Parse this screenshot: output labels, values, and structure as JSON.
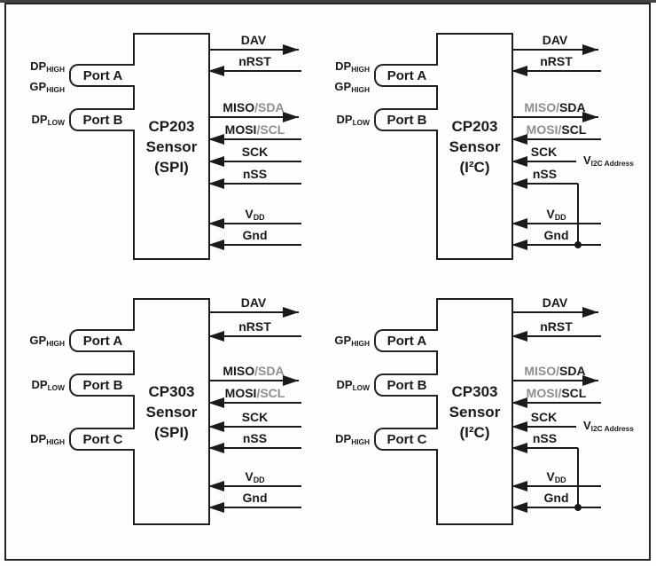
{
  "figure": {
    "colors": {
      "ink": "#1a1a1a",
      "muted": "#8f8f8f"
    },
    "quadrants": [
      {
        "name": "cp203-spi",
        "title_lines": [
          "CP203",
          "Sensor",
          "(SPI)"
        ],
        "ports": [
          {
            "label": "Port A",
            "pins": [
              [
                {
                  "t": "DP"
                },
                {
                  "t": "HIGH",
                  "sub": true
                }
              ],
              [
                {
                  "t": "GP"
                },
                {
                  "t": "HIGH",
                  "sub": true
                }
              ]
            ]
          },
          {
            "label": "Port B",
            "pins": [
              [
                {
                  "t": "DP"
                },
                {
                  "t": "LOW",
                  "sub": true
                }
              ]
            ]
          }
        ],
        "signals": [
          {
            "parts": [
              {
                "t": "DAV"
              }
            ],
            "dir": "out"
          },
          {
            "parts": [
              {
                "t": "nRST"
              }
            ],
            "dir": "in"
          },
          {
            "parts": [
              {
                "t": "MISO"
              },
              {
                "t": "/SDA",
                "muted": true
              }
            ],
            "dir": "out"
          },
          {
            "parts": [
              {
                "t": "MOSI"
              },
              {
                "t": "/SCL",
                "muted": true
              }
            ],
            "dir": "in"
          },
          {
            "parts": [
              {
                "t": "SCK"
              }
            ],
            "dir": "in"
          },
          {
            "parts": [
              {
                "t": "nSS"
              }
            ],
            "dir": "in"
          },
          {
            "parts": [
              {
                "t": "V"
              },
              {
                "t": "DD",
                "sub": true
              }
            ],
            "dir": "in"
          },
          {
            "parts": [
              {
                "t": "Gnd"
              }
            ],
            "dir": "in"
          }
        ]
      },
      {
        "name": "cp203-i2c",
        "title_lines": [
          "CP203",
          "Sensor",
          "(I²C)"
        ],
        "ports": [
          {
            "label": "Port A",
            "pins": [
              [
                {
                  "t": "DP"
                },
                {
                  "t": "HIGH",
                  "sub": true
                }
              ],
              [
                {
                  "t": "GP"
                },
                {
                  "t": "HIGH",
                  "sub": true
                }
              ]
            ]
          },
          {
            "label": "Port B",
            "pins": [
              [
                {
                  "t": "DP"
                },
                {
                  "t": "LOW",
                  "sub": true
                }
              ]
            ]
          }
        ],
        "signals": [
          {
            "parts": [
              {
                "t": "DAV"
              }
            ],
            "dir": "out"
          },
          {
            "parts": [
              {
                "t": "nRST"
              }
            ],
            "dir": "in"
          },
          {
            "parts": [
              {
                "t": "MISO/",
                "muted": true
              },
              {
                "t": "SDA"
              }
            ],
            "dir": "out"
          },
          {
            "parts": [
              {
                "t": "MOSI/",
                "muted": true
              },
              {
                "t": "SCL"
              }
            ],
            "dir": "in"
          },
          {
            "parts": [
              {
                "t": "SCK"
              }
            ],
            "dir": "in",
            "short": true,
            "annotation": [
              {
                "t": "V"
              },
              {
                "t": "I2C Address",
                "sub": true
              }
            ]
          },
          {
            "parts": [
              {
                "t": "nSS"
              }
            ],
            "dir": "in",
            "tie_to_index": 7
          },
          {
            "parts": [
              {
                "t": "V"
              },
              {
                "t": "DD",
                "sub": true
              }
            ],
            "dir": "in"
          },
          {
            "parts": [
              {
                "t": "Gnd"
              }
            ],
            "dir": "in"
          }
        ]
      },
      {
        "name": "cp303-spi",
        "title_lines": [
          "CP303",
          "Sensor",
          "(SPI)"
        ],
        "ports": [
          {
            "label": "Port A",
            "pins": [
              [
                {
                  "t": "GP"
                },
                {
                  "t": "HIGH",
                  "sub": true
                }
              ]
            ]
          },
          {
            "label": "Port B",
            "pins": [
              [
                {
                  "t": "DP"
                },
                {
                  "t": "LOW",
                  "sub": true
                }
              ]
            ]
          },
          {
            "label": "Port C",
            "pins": [
              [
                {
                  "t": "DP"
                },
                {
                  "t": "HIGH",
                  "sub": true
                }
              ]
            ]
          }
        ],
        "signals": [
          {
            "parts": [
              {
                "t": "DAV"
              }
            ],
            "dir": "out"
          },
          {
            "parts": [
              {
                "t": "nRST"
              }
            ],
            "dir": "in"
          },
          {
            "parts": [
              {
                "t": "MISO"
              },
              {
                "t": "/SDA",
                "muted": true
              }
            ],
            "dir": "out"
          },
          {
            "parts": [
              {
                "t": "MOSI"
              },
              {
                "t": "/SCL",
                "muted": true
              }
            ],
            "dir": "in"
          },
          {
            "parts": [
              {
                "t": "SCK"
              }
            ],
            "dir": "in"
          },
          {
            "parts": [
              {
                "t": "nSS"
              }
            ],
            "dir": "in"
          },
          {
            "parts": [
              {
                "t": "V"
              },
              {
                "t": "DD",
                "sub": true
              }
            ],
            "dir": "in"
          },
          {
            "parts": [
              {
                "t": "Gnd"
              }
            ],
            "dir": "in"
          }
        ]
      },
      {
        "name": "cp303-i2c",
        "title_lines": [
          "CP303",
          "Sensor",
          "(I²C)"
        ],
        "ports": [
          {
            "label": "Port A",
            "pins": [
              [
                {
                  "t": "GP"
                },
                {
                  "t": "HIGH",
                  "sub": true
                }
              ]
            ]
          },
          {
            "label": "Port B",
            "pins": [
              [
                {
                  "t": "DP"
                },
                {
                  "t": "LOW",
                  "sub": true
                }
              ]
            ]
          },
          {
            "label": "Port C",
            "pins": [
              [
                {
                  "t": "DP"
                },
                {
                  "t": "HIGH",
                  "sub": true
                }
              ]
            ]
          }
        ],
        "signals": [
          {
            "parts": [
              {
                "t": "DAV"
              }
            ],
            "dir": "out"
          },
          {
            "parts": [
              {
                "t": "nRST"
              }
            ],
            "dir": "in"
          },
          {
            "parts": [
              {
                "t": "MISO/",
                "muted": true
              },
              {
                "t": "SDA"
              }
            ],
            "dir": "out"
          },
          {
            "parts": [
              {
                "t": "MOSI/",
                "muted": true
              },
              {
                "t": "SCL"
              }
            ],
            "dir": "in"
          },
          {
            "parts": [
              {
                "t": "SCK"
              }
            ],
            "dir": "in",
            "short": true,
            "annotation": [
              {
                "t": "V"
              },
              {
                "t": "I2C Address",
                "sub": true
              }
            ]
          },
          {
            "parts": [
              {
                "t": "nSS"
              }
            ],
            "dir": "in",
            "tie_to_index": 7
          },
          {
            "parts": [
              {
                "t": "V"
              },
              {
                "t": "DD",
                "sub": true
              }
            ],
            "dir": "in"
          },
          {
            "parts": [
              {
                "t": "Gnd"
              }
            ],
            "dir": "in"
          }
        ]
      }
    ]
  }
}
